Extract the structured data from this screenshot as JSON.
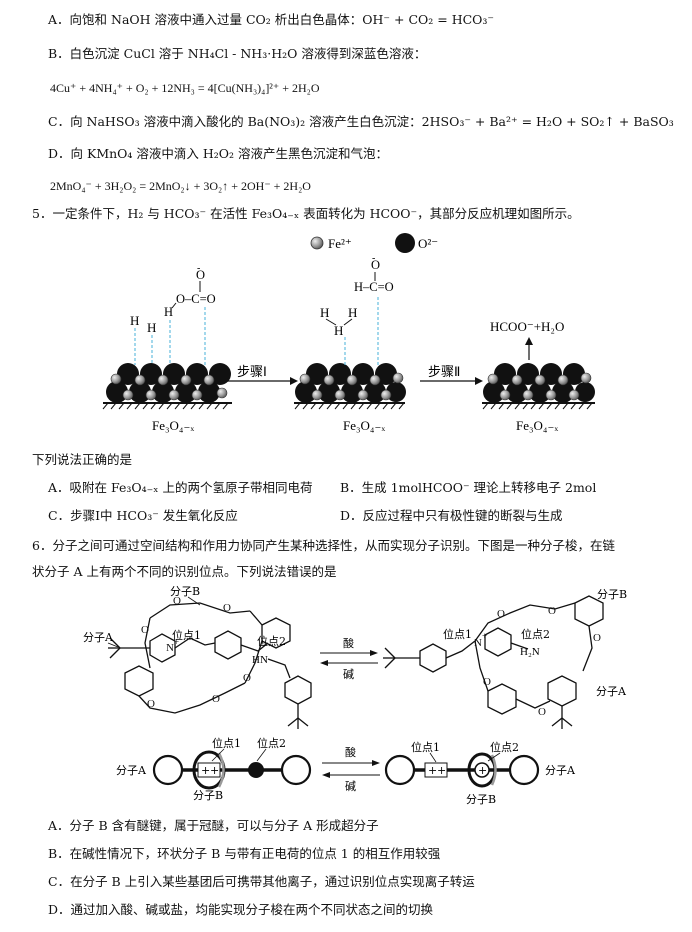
{
  "q4": {
    "optA": "A．向饱和 NaOH 溶液中通入过量 CO₂ 析出白色晶体：OH⁻ + CO₂ = HCO₃⁻",
    "optB": "B．白色沉淀 CuCl 溶于 NH₄Cl - NH₃·H₂O 溶液得到深蓝色溶液：",
    "optB_eq": "4Cu⁺ + 4NH₄⁺ + O₂ + 12NH₃ = 4[Cu(NH₃)₄]²⁺ + 2H₂O",
    "optC": "C．向 NaHSO₃ 溶液中滴入酸化的 Ba(NO₃)₂ 溶液产生白色沉淀：2HSO₃⁻ + Ba²⁺ = H₂O + SO₂↑ + BaSO₃",
    "optD": "D．向 KMnO₄ 溶液中滴入 H₂O₂ 溶液产生黑色沉淀和气泡：",
    "optD_eq": "2MnO₄⁻ + 3H₂O₂ = 2MnO₂↓ + 3O₂↑ + 2OH⁻ + 2H₂O"
  },
  "q5": {
    "stem": "5．一定条件下，H₂ 与 HCO₃⁻ 在活性 Fe₃O₄₋ₓ 表面转化为 HCOO⁻，其部分反应机理如图所示。",
    "legend_fe": "Fe²⁺",
    "legend_o": "O²⁻",
    "step1": "步骤Ⅰ",
    "step2": "步骤Ⅱ",
    "product": "HCOO⁻+H₂O",
    "surface": "Fe₃O₄₋ₓ",
    "prompt": "下列说法正确的是",
    "optA": "A．吸附在 Fe₃O₄₋ₓ 上的两个氢原子带相同电荷",
    "optB": "B．生成 1molHCOO⁻ 理论上转移电子 2mol",
    "optC": "C．步骤Ⅰ中 HCO₃⁻ 发生氧化反应",
    "optD": "D．反应过程中只有极性键的断裂与生成"
  },
  "q6": {
    "stem1": "6．分子之间可通过空间结构和作用力协同产生某种选择性，从而实现分子识别。下图是一种分子梭，在链",
    "stem2": "状分子 A 上有两个不同的识别位点。下列说法错误的是",
    "mol_a": "分子A",
    "mol_b": "分子B",
    "site1": "位点1",
    "site2": "位点2",
    "acid": "酸",
    "base": "碱",
    "nh": "HN",
    "nh2": "H₂N",
    "optA": "A．分子 B 含有醚键，属于冠醚，可以与分子 A 形成超分子",
    "optB": "B．在碱性情况下，环状分子 B 与带有正电荷的位点 1 的相互作用较强",
    "optC": "C．在分子 B 上引入某些基团后可携带其他离子，通过识别位点实现离子转运",
    "optD": "D．通过加入酸、碱或盐，均能实现分子梭在两个不同状态之间的切换"
  }
}
